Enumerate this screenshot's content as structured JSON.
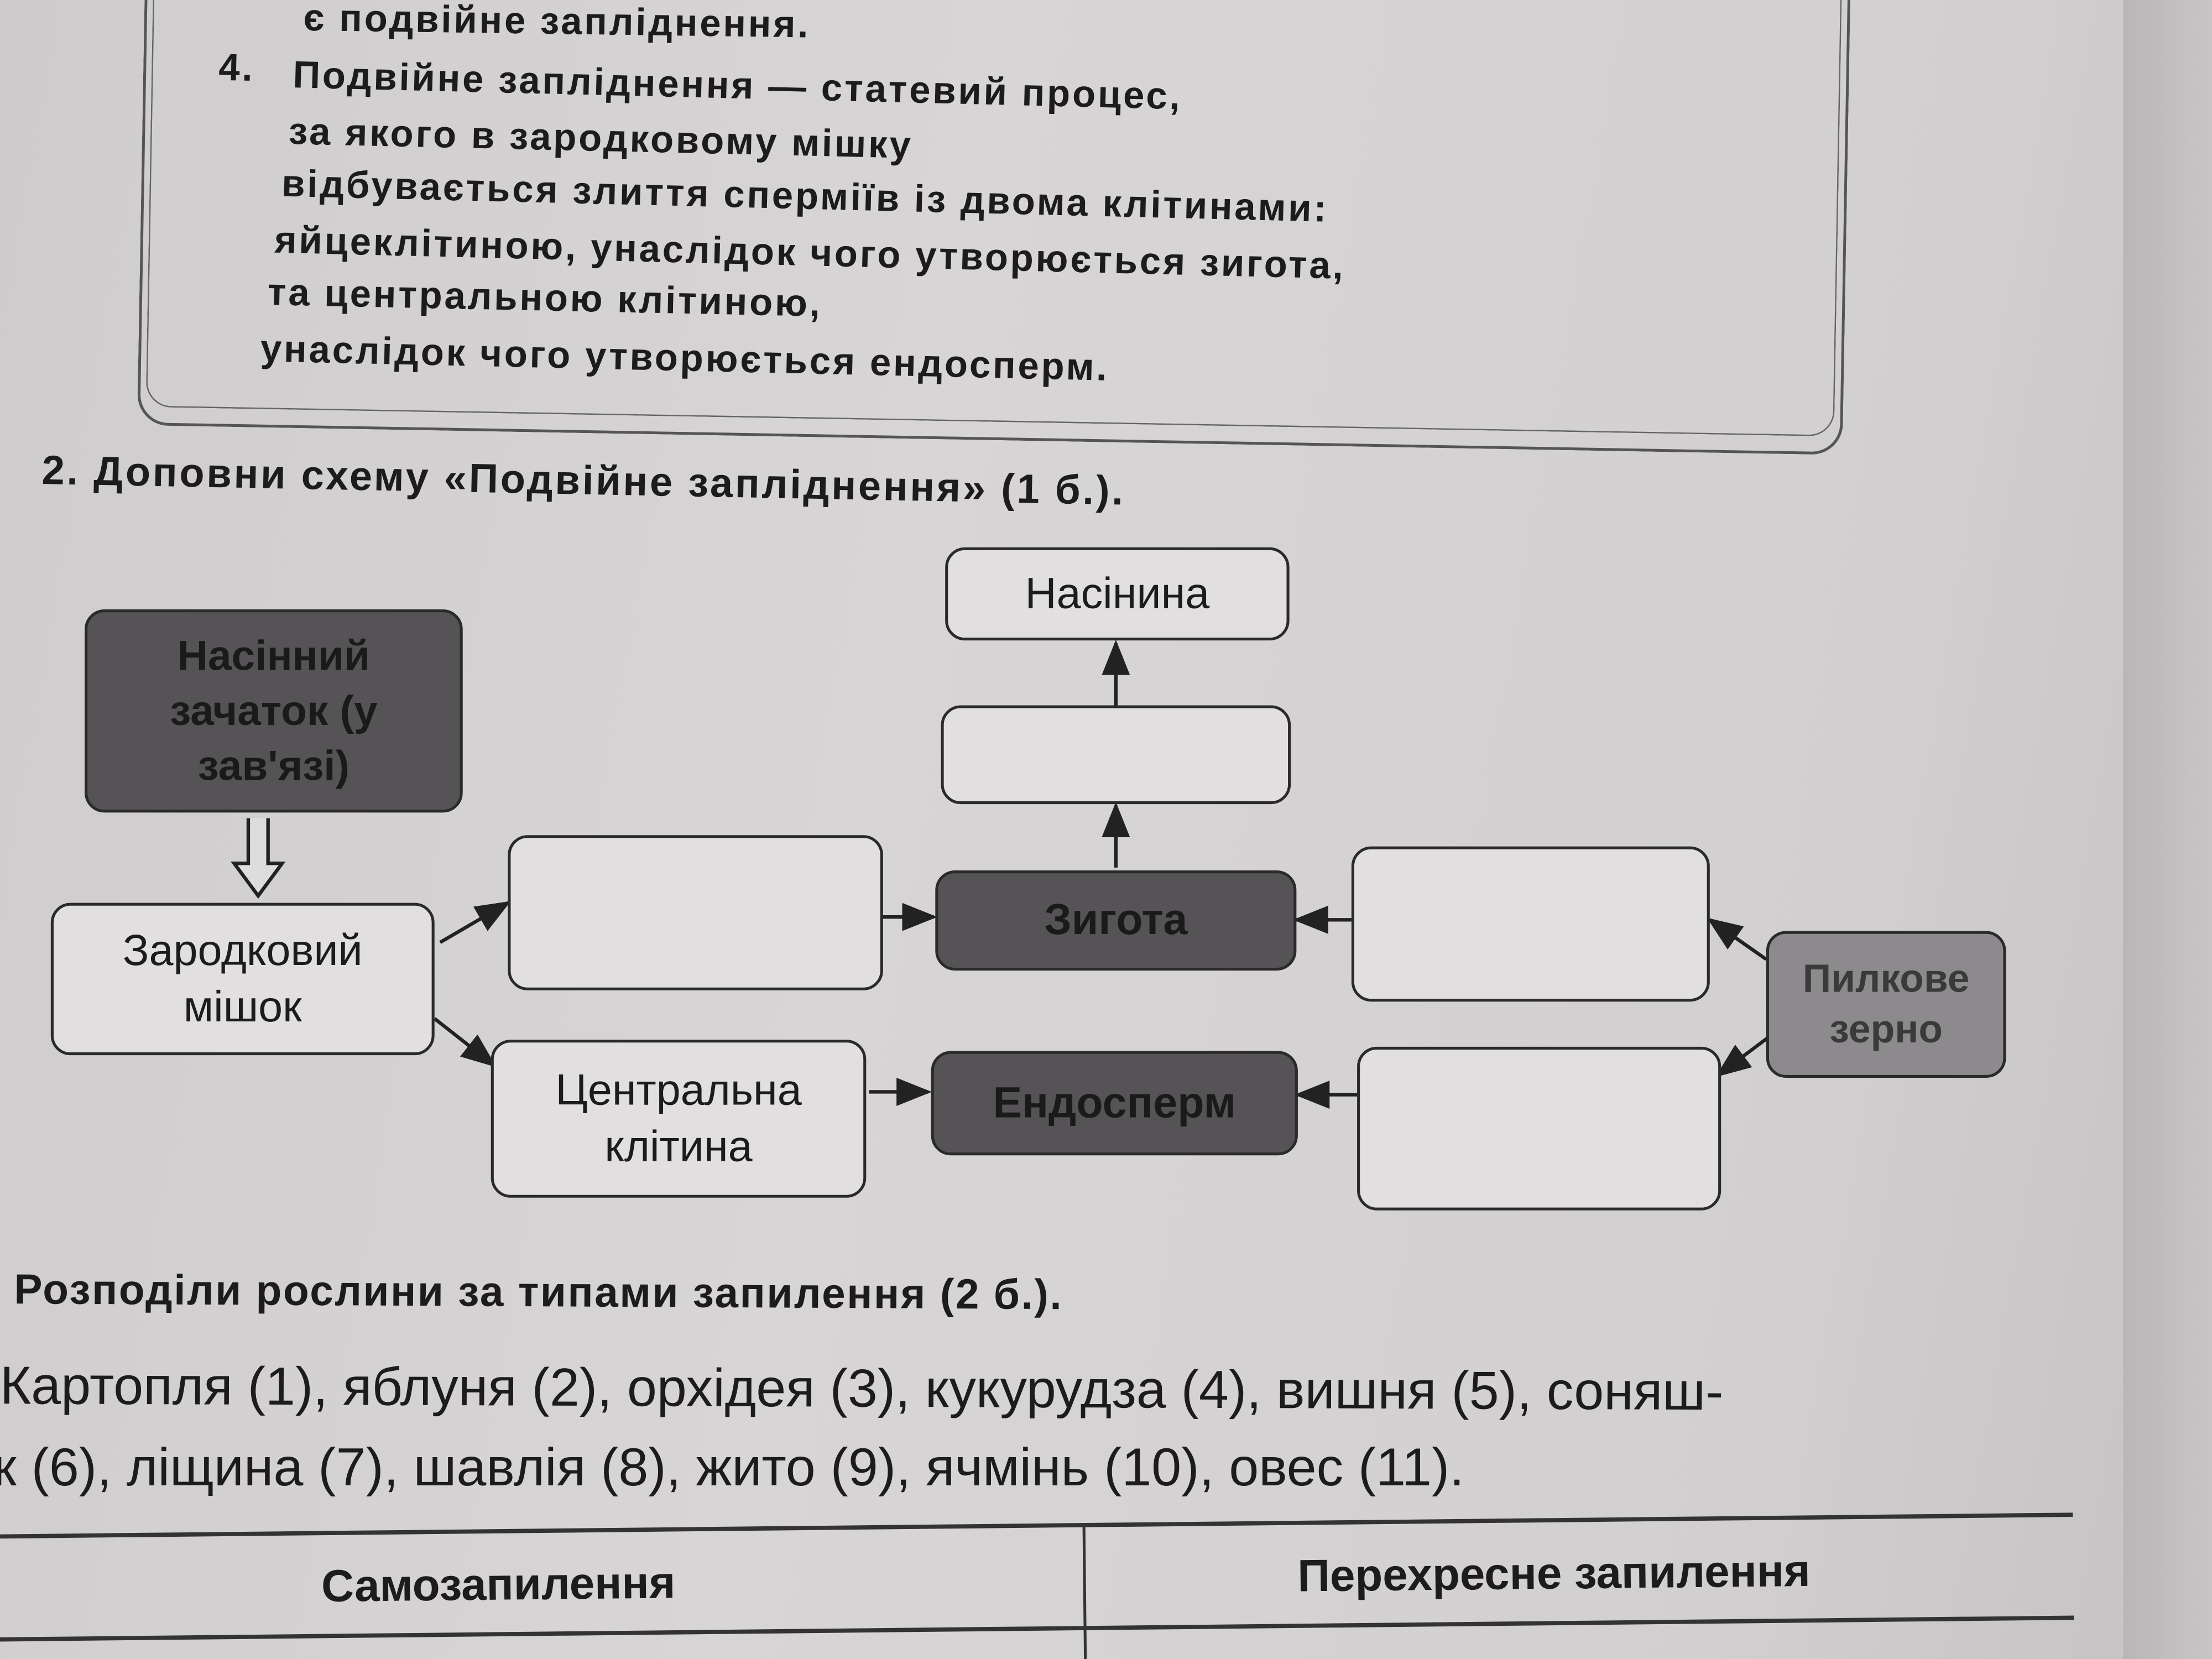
{
  "definition_box": {
    "line_prev": "є подвійне запліднення.",
    "item_number": "4.",
    "lines": [
      "Подвійне запліднення — статевий процес,",
      "за якого в зародковому мішку",
      "відбувається злиття сперміїв із двома клітинами:",
      "яйцеклітиною, унаслідок чого утворюється зигота,",
      "та центральною клітиною,",
      "унаслідок чого утворюється ендосперм."
    ]
  },
  "task2": {
    "heading": "2. Доповни схему «Подвійне запліднення» (1 б.).",
    "diagram": {
      "seed": "Насінина",
      "ovule": "Насінний зачаток (у зав'язі)",
      "embryo_sac": "Зародковий мішок",
      "zygote": "Зигота",
      "central_cell": "Центральна клітина",
      "endosperm": "Ендосперм",
      "pollen": "Пилкове зерно",
      "blank_above_zygote": "",
      "blank_left_zygote": "",
      "blank_right_zygote": "",
      "blank_right_endosperm": ""
    }
  },
  "task3": {
    "heading": "Розподіли рослини за типами запилення (2 б.).",
    "plants_line1": "Картопля (1), яблуня (2), орхідея (3), кукурудза (4), вишня (5), соняш-",
    "plants_line2": "к (6), ліщина (7), шавлія (8), жито (9), ячмінь (10), овес (11).",
    "table_headers": [
      "Самозапилення",
      "Перехресне запилення"
    ]
  }
}
